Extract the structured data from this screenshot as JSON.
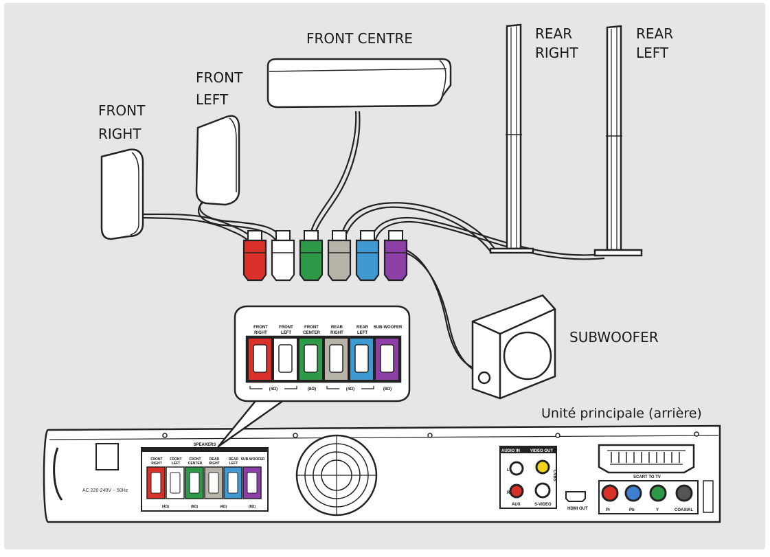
{
  "speakers": {
    "front_right": {
      "line1": "FRONT",
      "line2": "RIGHT"
    },
    "front_left": {
      "line1": "FRONT",
      "line2": "LEFT"
    },
    "front_centre": "FRONT CENTRE",
    "rear_right": {
      "line1": "REAR",
      "line2": "RIGHT"
    },
    "rear_left": {
      "line1": "REAR",
      "line2": "LEFT"
    },
    "subwoofer": "SUBWOOFER"
  },
  "main_unit_caption": "Unité principale (arrière)",
  "panel": {
    "labels": [
      "FRONT RIGHT",
      "FRONT LEFT",
      "FRONT CENTER",
      "REAR RIGHT",
      "REAR LEFT",
      "SUB-WOOFER"
    ],
    "impedance": [
      "(4Ω)",
      "(8Ω)",
      "(4Ω)",
      "(8Ω)"
    ],
    "speakers_header": "SPEAKERS",
    "ac_label": "AC 220-240V ~ 50Hz",
    "audio_in": "AUDIO IN",
    "video_out": "VIDEO OUT",
    "aux": "AUX",
    "svideo": "S-VIDEO",
    "cvbs": "CVBS",
    "hdmi_out": "HDMI OUT",
    "scart": "SCART TO TV",
    "component": [
      "Pr",
      "Pb",
      "Y",
      "COAXIAL"
    ],
    "l": "L",
    "r": "R"
  },
  "colors": {
    "background": "#e6e6e6",
    "front_right": "#d9302a",
    "front_left": "#ffffff",
    "front_center": "#2e9a48",
    "rear_right": "#b7b3a8",
    "rear_left": "#3f9ad2",
    "subwoofer": "#8c3fa6",
    "line": "#222222"
  }
}
